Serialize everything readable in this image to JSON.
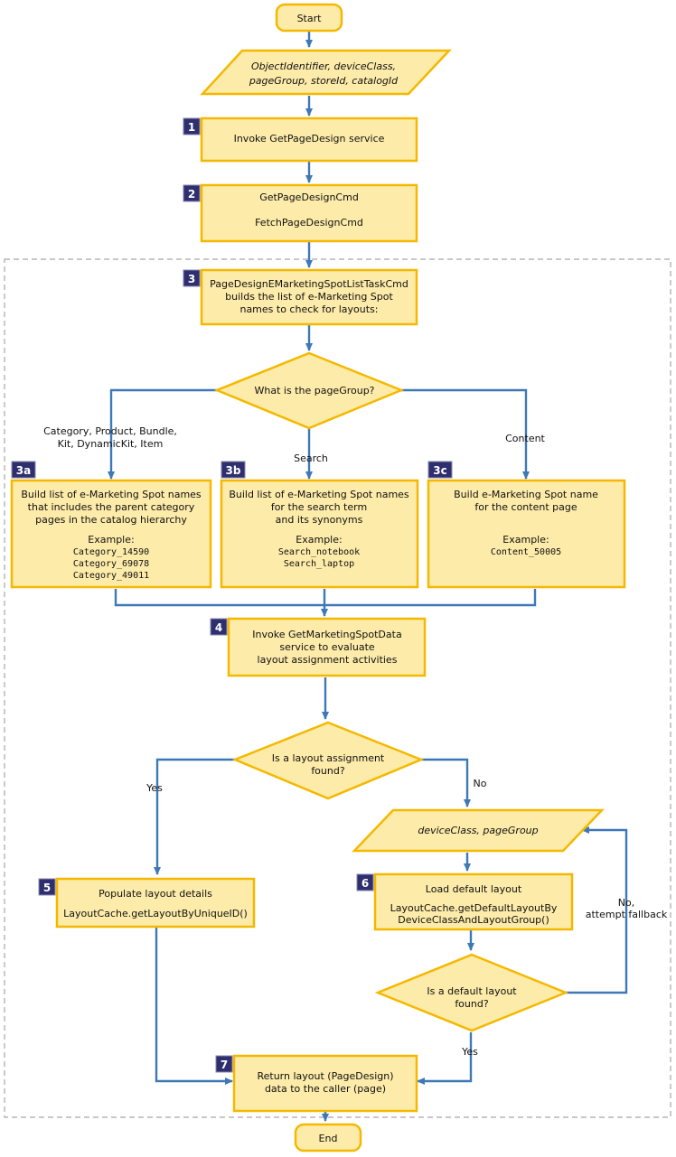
{
  "colors": {
    "node_fill": "#fdeba9",
    "node_border": "#f5b800",
    "connector": "#3d78b7",
    "badge": "#2f2f6f",
    "frame": "#a8a8a8"
  },
  "start": "Start",
  "end": "End",
  "inputs": {
    "line1": "ObjectIdentifier, deviceClass,",
    "line2": "pageGroup, storeId, catalogId"
  },
  "steps": {
    "s1": {
      "badge": "1",
      "text": "Invoke GetPageDesign service"
    },
    "s2": {
      "badge": "2",
      "line1": "GetPageDesignCmd",
      "line2": "FetchPageDesignCmd"
    },
    "s3": {
      "badge": "3",
      "line1": "PageDesignEMarketingSpotListTaskCmd",
      "line2": "builds the list of e-Marketing Spot",
      "line3": "names to check for layouts:"
    },
    "s3a": {
      "badge": "3a",
      "line1": "Build list of e-Marketing Spot names",
      "line2": "that includes the parent category",
      "line3": "pages in the catalog hierarchy",
      "example": "Example:",
      "code1": "Category_14590",
      "code2": "Category_69078",
      "code3": "Category_49011"
    },
    "s3b": {
      "badge": "3b",
      "line1": "Build list of e-Marketing Spot names",
      "line2": "for the search term",
      "line3": "and its synonyms",
      "example": "Example:",
      "code1": "Search_notebook",
      "code2": "Search_laptop"
    },
    "s3c": {
      "badge": "3c",
      "line1": "Build e-Marketing Spot name",
      "line2": "for the content page",
      "example": "Example:",
      "code1": "Content_50005"
    },
    "s4": {
      "badge": "4",
      "line1": "Invoke GetMarketingSpotData",
      "line2": "service to evaluate",
      "line3": "layout assignment activities"
    },
    "s5": {
      "badge": "5",
      "line1": "Populate layout details",
      "line2": "LayoutCache.getLayoutByUniqueID()"
    },
    "s6": {
      "badge": "6",
      "line1": "Load default layout",
      "line2": "LayoutCache.getDefaultLayoutBy",
      "line3": "DeviceClassAndLayoutGroup()"
    },
    "s7": {
      "badge": "7",
      "line1": "Return layout (PageDesign)",
      "line2": "data to the caller (page)"
    }
  },
  "decisions": {
    "pagegroup": {
      "text": "What is the pageGroup?"
    },
    "layout_found": {
      "line1": "Is a layout assignment",
      "line2": "found?"
    },
    "default_found": {
      "line1": "Is a default layout",
      "line2": "found?"
    }
  },
  "input2": {
    "text": "deviceClass, pageGroup"
  },
  "edge_labels": {
    "category": {
      "line1": "Category, Product, Bundle,",
      "line2": "Kit, DynamicKit, Item"
    },
    "search": "Search",
    "content": "Content",
    "yes": "Yes",
    "no": "No",
    "yes2": "Yes",
    "fallback": {
      "line1": "No,",
      "line2": "attempt fallback"
    }
  }
}
